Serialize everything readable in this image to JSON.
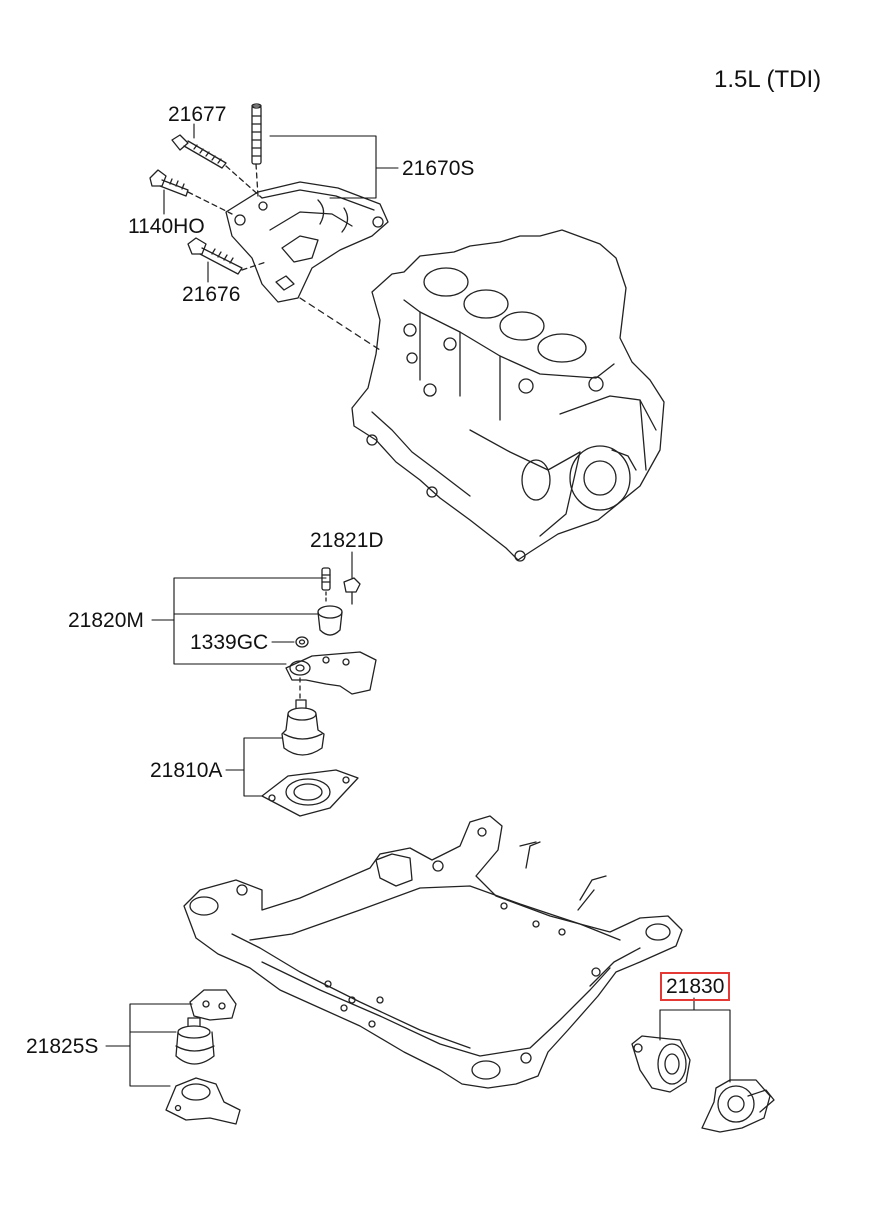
{
  "engine_label": "1.5L (TDI)",
  "highlight_color": "#e53935",
  "callouts": {
    "c21677": "21677",
    "c21670S": "21670S",
    "c1140HO": "1140HO",
    "c21676": "21676",
    "c21821D": "21821D",
    "c21820M": "21820M",
    "c1339GC": "1339GC",
    "c21810A": "21810A",
    "c21830": "21830",
    "c21825S": "21825S"
  }
}
